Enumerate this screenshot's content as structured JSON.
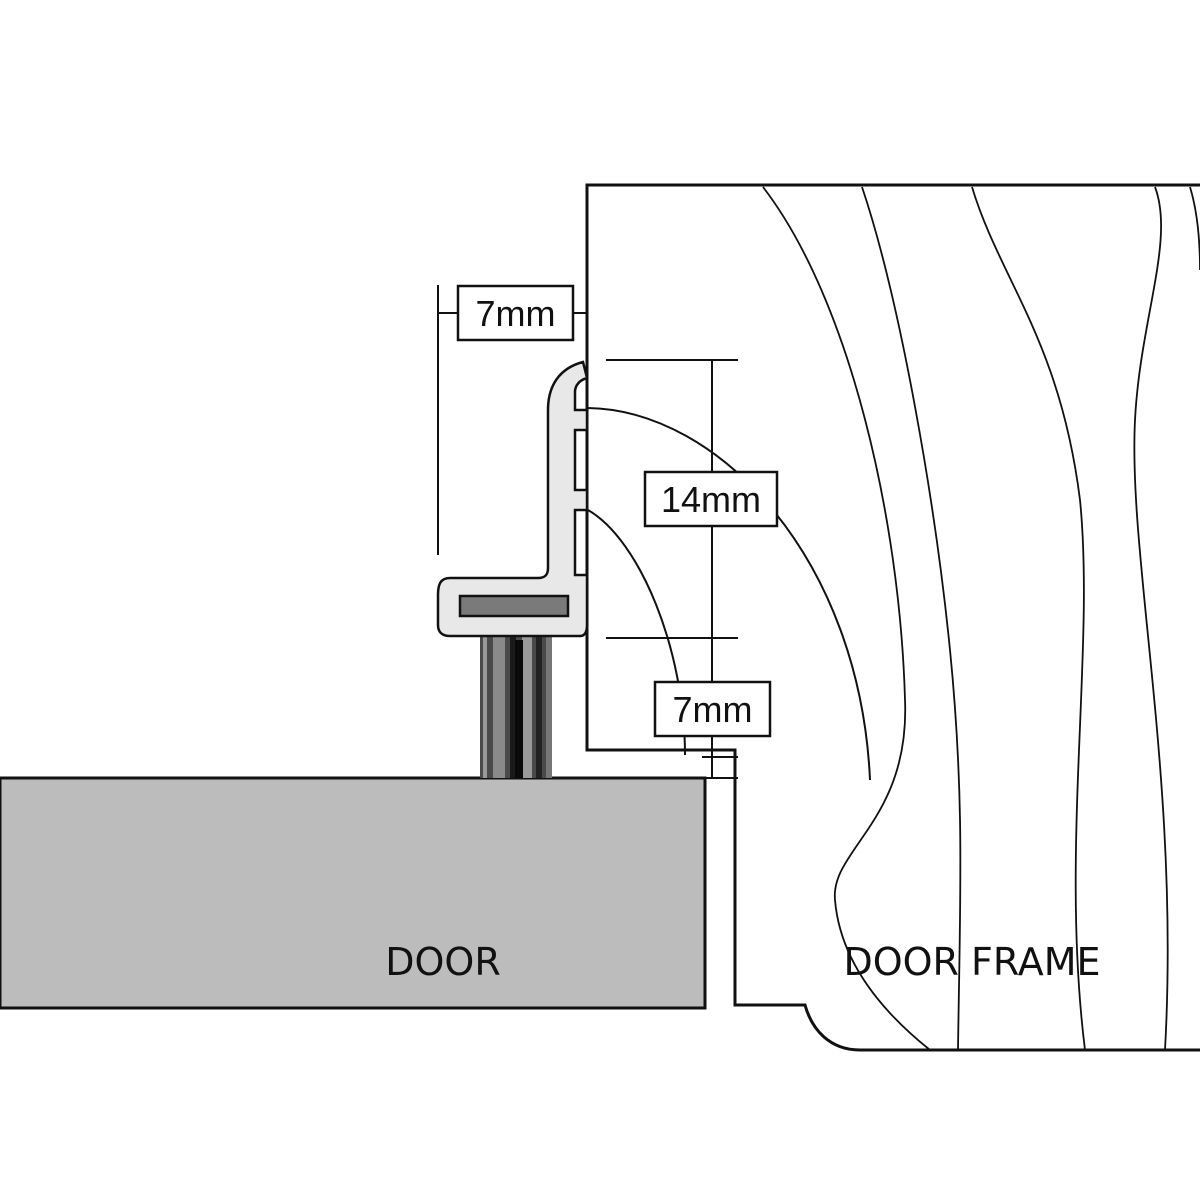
{
  "labels": {
    "door": "DOOR",
    "door_frame": "DOOR FRAME"
  },
  "dimensions": {
    "seal_width": "7mm",
    "seal_height": "14mm",
    "gap": "7mm"
  },
  "colors": {
    "door_fill": "#bcbcbc",
    "seal_fill": "#e8e8e8",
    "seal_insert": "#7a7a7a",
    "brush": "#3a3a3a",
    "line": "#111111",
    "background": "#ffffff"
  }
}
